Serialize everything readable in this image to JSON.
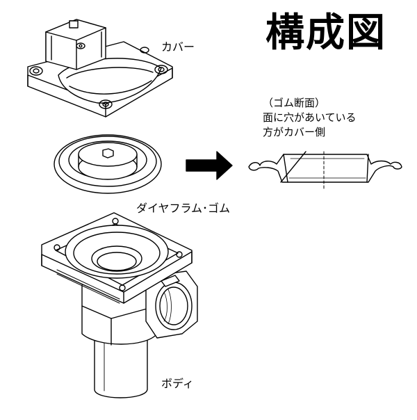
{
  "title": "構成図",
  "labels": {
    "cover": "カバー",
    "diaphragm": "ダイヤフラム･ゴム",
    "body": "ボディ"
  },
  "note": {
    "line1": "（ゴム断面）",
    "line2": "面に穴があいている",
    "line3": "方がカバー側"
  },
  "colors": {
    "ink": "#000000",
    "paper": "#ffffff"
  }
}
